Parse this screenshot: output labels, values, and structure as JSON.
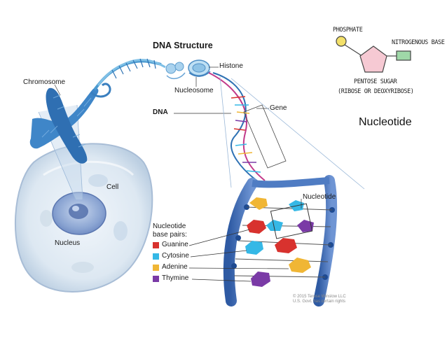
{
  "diagram": {
    "title": "DNA Structure",
    "labels": {
      "chromosome": "Chromosome",
      "histone": "Histone",
      "nucleosome": "Nucleosome",
      "dna": "DNA",
      "gene": "Gene",
      "cell": "Cell",
      "nucleus": "Nucleus",
      "nucleotide": "Nucleotide"
    },
    "legend": {
      "heading_line1": "Nucleotide",
      "heading_line2": "base pairs:",
      "items": [
        {
          "label": "Guanine",
          "color": "#d8322e"
        },
        {
          "label": "Cytosine",
          "color": "#35b8e6"
        },
        {
          "label": "Adenine",
          "color": "#f0b635"
        },
        {
          "label": "Thymine",
          "color": "#7a3aa6"
        }
      ]
    },
    "copyright_line1": "© 2015 Terese Winslow LLC",
    "copyright_line2": "U.S. Govt. has certain rights"
  },
  "nucleotide_sketch": {
    "phosphate": "PHOSPHATE",
    "nitrogenous_base": "NITROGENOUS BASE",
    "pentose_sugar": "PENTOSE SUGAR",
    "sugar_types": "(RIBOSE OR DEOXYRIBOSE)",
    "caption": "Nucleotide",
    "colors": {
      "phosphate": "#f3e06a",
      "sugar": "#f6c9d3",
      "base": "#9fd8a8"
    }
  }
}
